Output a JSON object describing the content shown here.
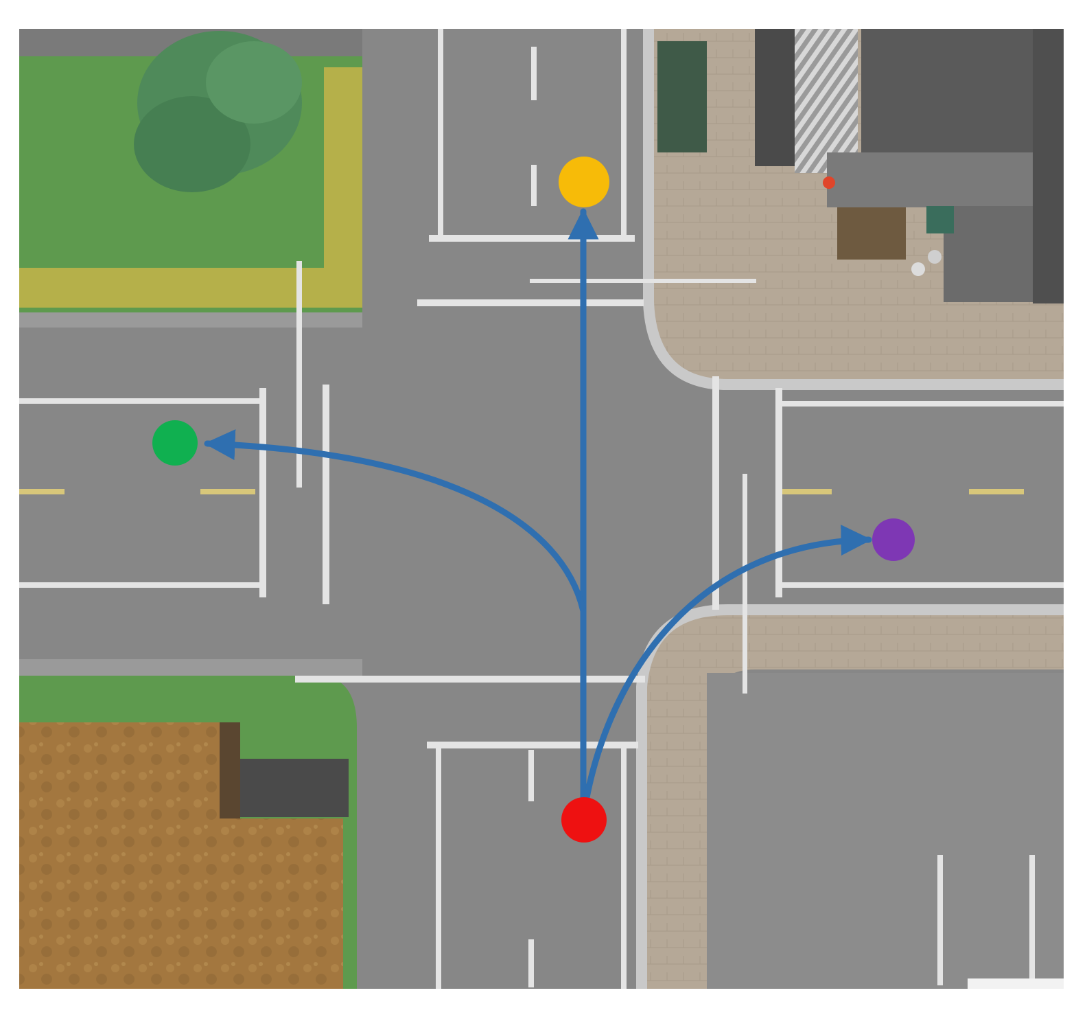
{
  "scene": {
    "kind": "top-down view of a four-way road intersection",
    "colors": {
      "asphalt": "#858585",
      "asphalt_light": "#8f8f8f",
      "lane_marking": "#e4e4e4",
      "center_dash": "#d8c77a",
      "grass": "#5e9a4e",
      "hedge": "#b5b04a",
      "tree": "#4f8a5a",
      "sidewalk": "#b5a897",
      "curb": "#c9c9c9",
      "roof_brown": "#a3773f",
      "roof_dark": "#555555",
      "building_gray": "#6b6b6b",
      "path_arrow": "#2f6fb0"
    }
  },
  "trajectories": {
    "start": {
      "name": "start",
      "color": "#ee1111"
    },
    "goals": [
      {
        "name": "straight",
        "color": "#f7bb08"
      },
      {
        "name": "left-turn",
        "color": "#10b050"
      },
      {
        "name": "right-turn",
        "color": "#7e37b4"
      }
    ]
  }
}
